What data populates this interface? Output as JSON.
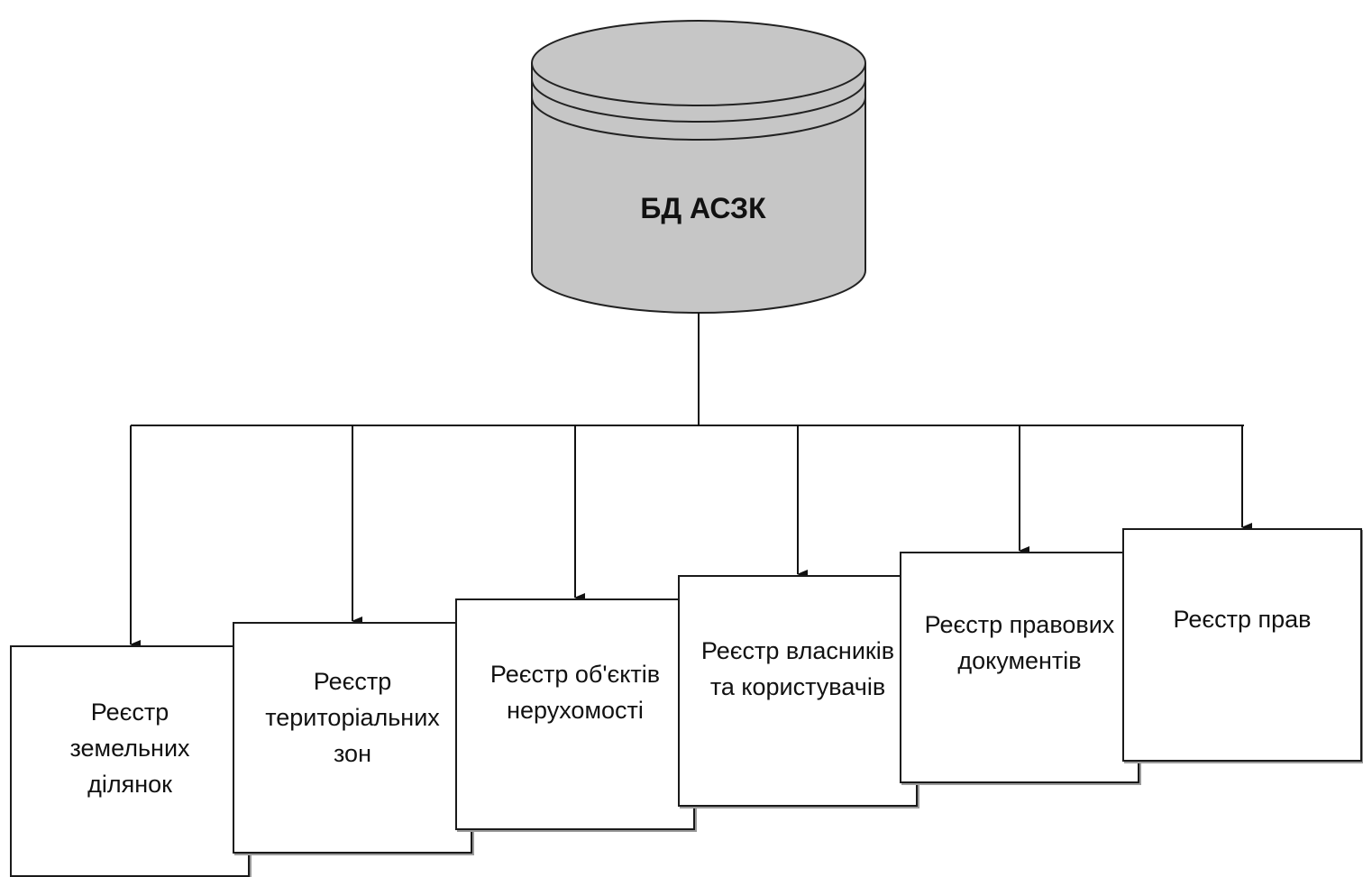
{
  "database": {
    "label": "БД АСЗК",
    "icon": "database-icon",
    "fill_color": "#c6c6c6"
  },
  "registers": [
    {
      "label": "Реєстр земельних ділянок"
    },
    {
      "label": "Реєстр територіальних зон"
    },
    {
      "label": "Реєстр об'єктів нерухомості"
    },
    {
      "label": "Реєстр власників та користувачів"
    },
    {
      "label": "Реєстр правових документів"
    },
    {
      "label": "Реєстр прав"
    }
  ],
  "colors": {
    "line": "#111111",
    "box_border": "#1a1a1a"
  }
}
